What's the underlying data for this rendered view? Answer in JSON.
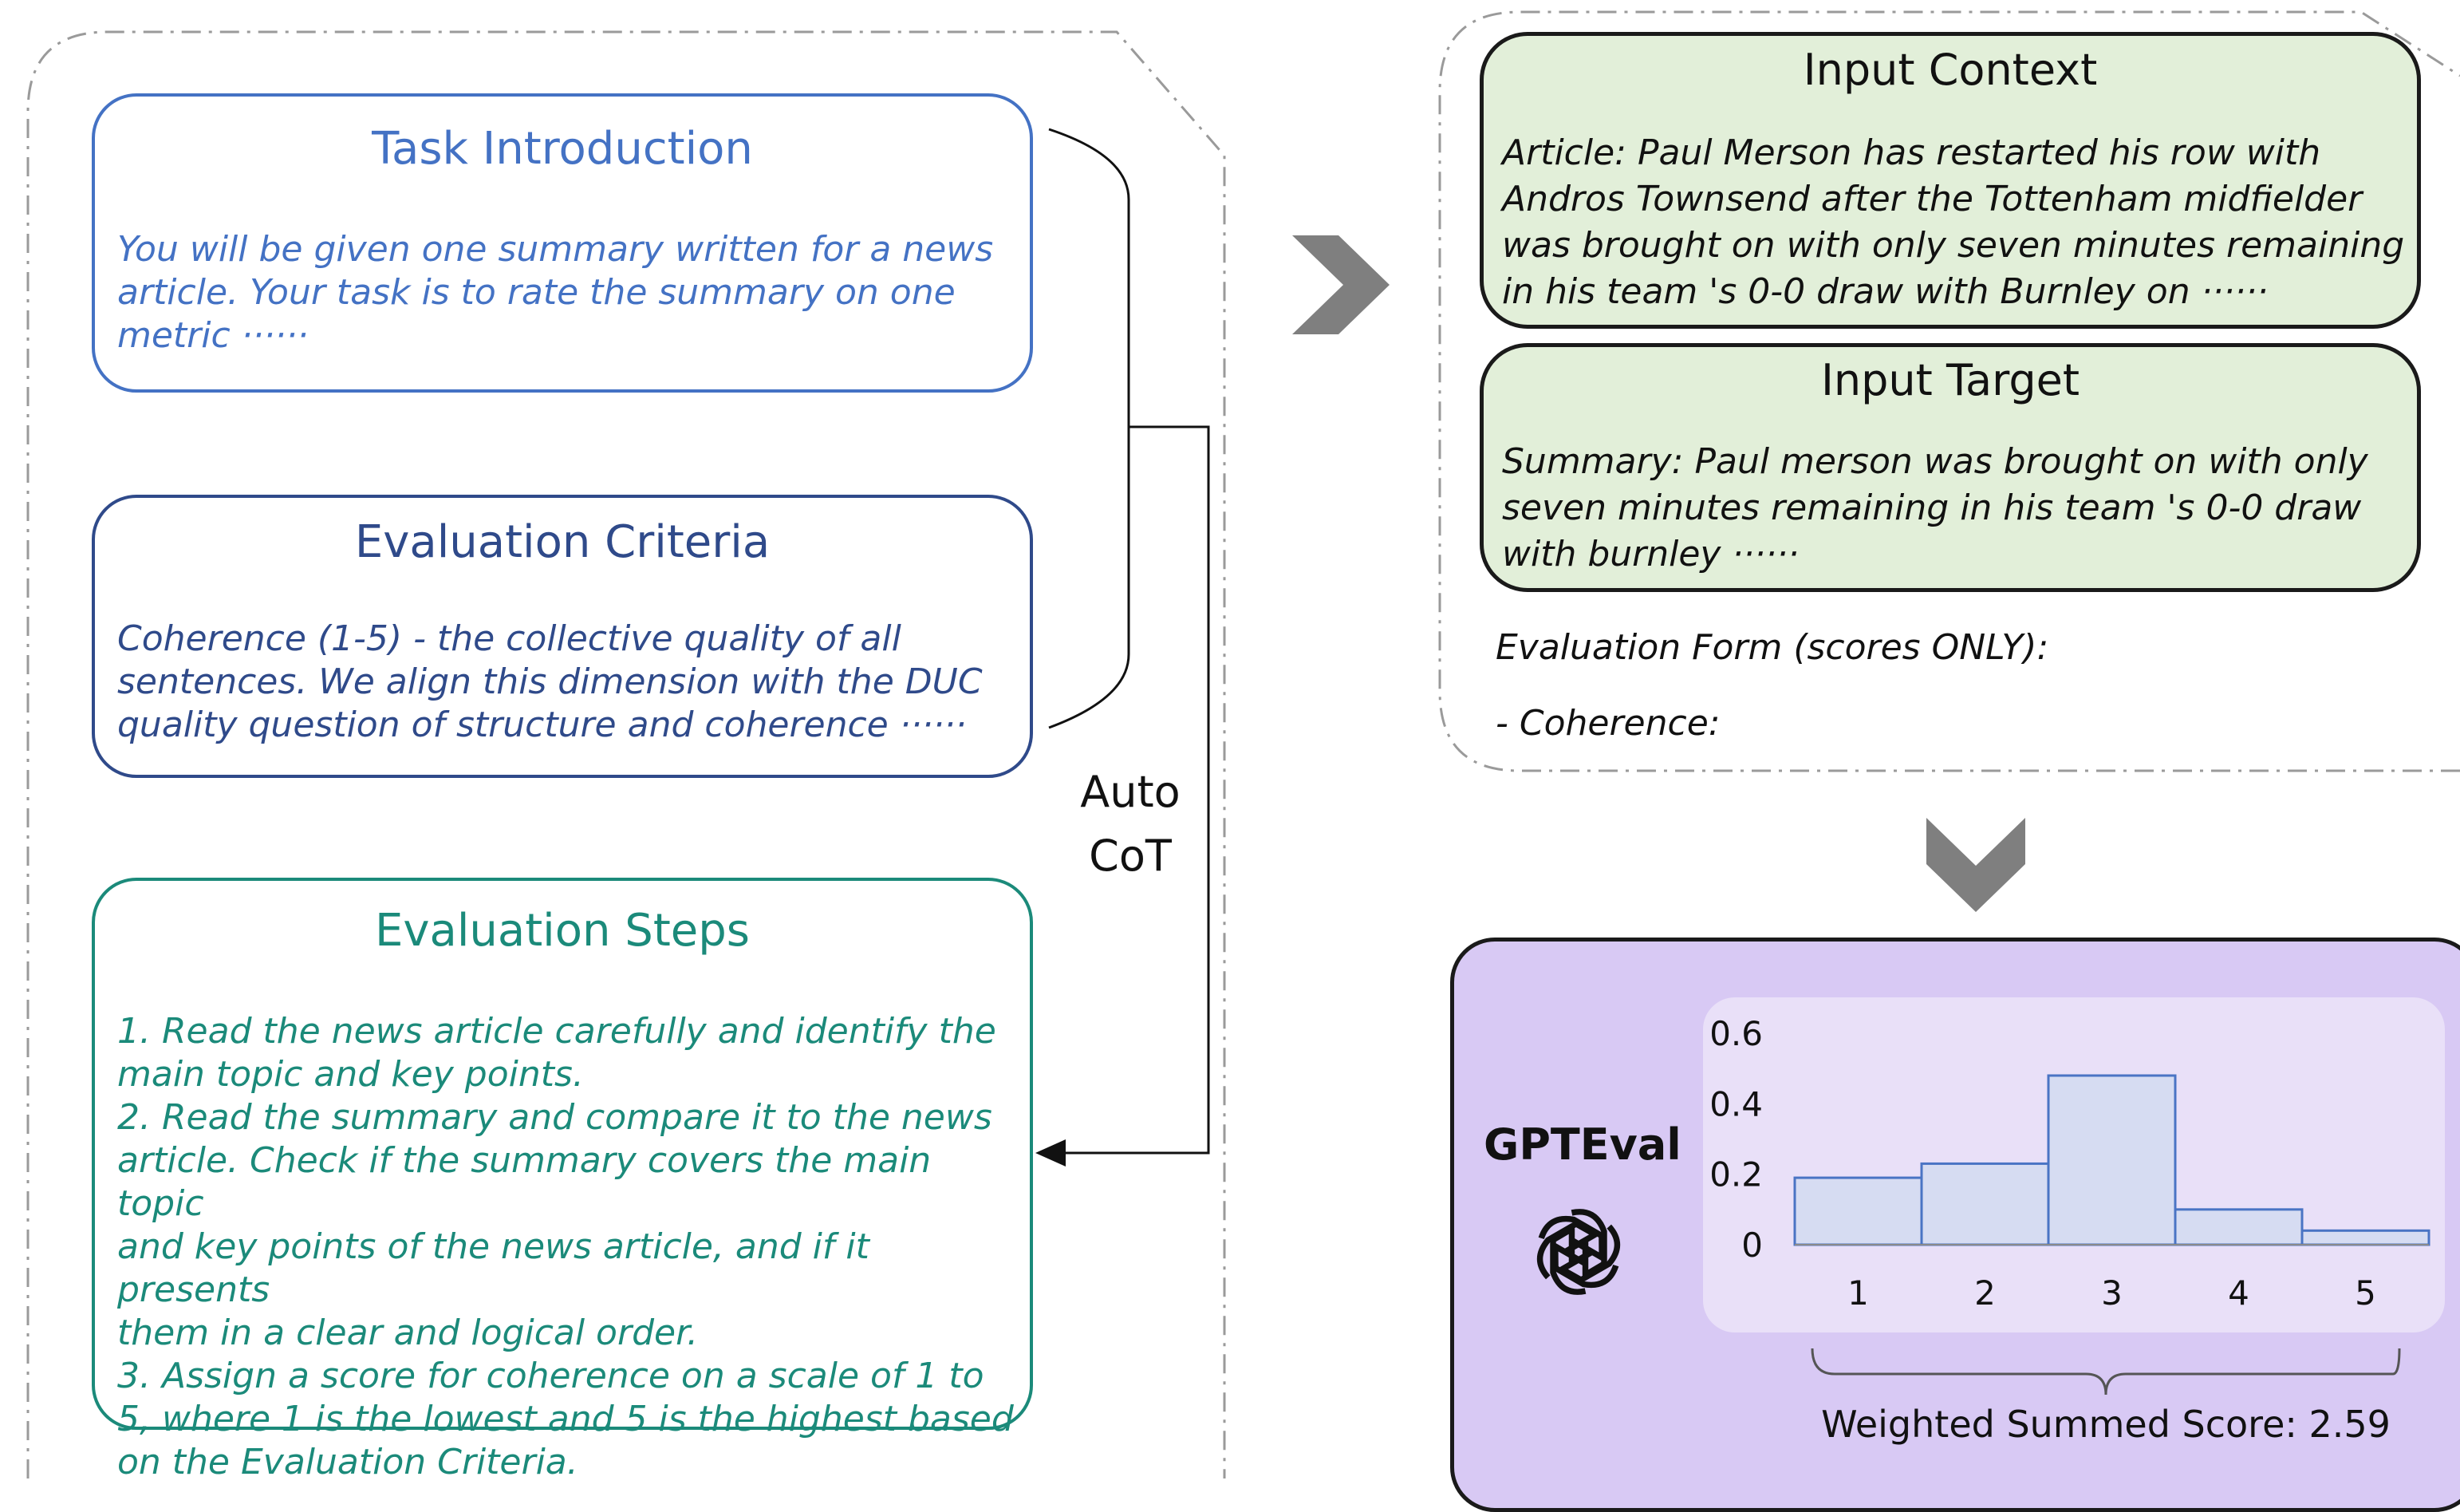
{
  "left_panel": {
    "task_introduction": {
      "title": "Task Introduction",
      "body": "You will be given one summary written for a news\narticle. Your task is to rate the summary on one\nmetric ······"
    },
    "evaluation_criteria": {
      "title": "Evaluation Criteria",
      "body": "Coherence (1-5) -  the collective quality of all\nsentences. We align this dimension with the DUC\nquality question of structure and coherence ······"
    },
    "evaluation_steps": {
      "title": "Evaluation Steps",
      "body": "1.  Read the news article carefully and identify the\nmain topic and key points.\n2.  Read the summary and compare it to the news\narticle. Check if the summary covers the main topic\nand key points of the news article, and if it presents\nthem in a clear and logical order.\n3.  Assign a score for coherence on a scale of 1 to\n5, where 1 is the lowest and 5 is the highest based\non the Evaluation Criteria."
    },
    "auto_cot_label_line1": "Auto",
    "auto_cot_label_line2": "CoT"
  },
  "right_panel": {
    "input_context": {
      "title": "Input Context",
      "body": "Article: Paul Merson has restarted his row with\nAndros Townsend after the Tottenham midfielder\nwas brought on with only seven minutes remaining\nin his team 's 0-0 draw with Burnley on ······"
    },
    "input_target": {
      "title": "Input Target",
      "body": "Summary: Paul merson was brought on with only\nseven minutes remaining in his team 's 0-0 draw\nwith burnley ······"
    },
    "evaluation_form": "Evaluation Form (scores ONLY):",
    "coherence_line": "- Coherence:"
  },
  "gpteval": {
    "label": "GPTEval",
    "logo_icon": "openai-logo-icon",
    "weighted_score_text": "Weighted Summed Score: 2.59"
  },
  "chart_data": {
    "type": "bar",
    "categories": [
      "1",
      "2",
      "3",
      "4",
      "5"
    ],
    "values": [
      0.19,
      0.23,
      0.48,
      0.1,
      0.04
    ],
    "y_ticks": [
      "0",
      "0.2",
      "0.4",
      "0.6"
    ],
    "ylim": [
      0,
      0.6
    ],
    "title": "",
    "xlabel": "",
    "ylabel": "",
    "grid": false,
    "bar_fill": "#d6dcf2",
    "bar_stroke": "#4a74c4"
  },
  "colors": {
    "blue": "#4472c4",
    "navy": "#2f4a8a",
    "teal": "#1b8a7a",
    "green_fill": "#e2efd9",
    "purple_fill": "#d8c9f4",
    "arrow_gray": "#7f7f7f"
  }
}
